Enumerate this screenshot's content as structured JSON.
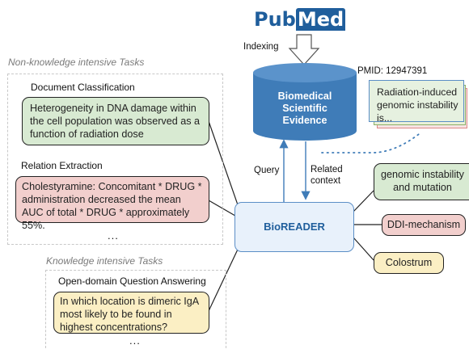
{
  "logo": {
    "text_a": "Pub",
    "text_b": "Med",
    "color": "#1f5e9c"
  },
  "indexing_label": "Indexing",
  "database": {
    "line1": "Biomedical",
    "line2": "Scientific",
    "line3": "Evidence",
    "color": "#3f7cb8"
  },
  "pmid_label": "PMID: 12947391",
  "pmid_text": "Radiation-induced genomic instability is...",
  "query_label": "Query",
  "related_context_label": "Related context",
  "bioreader_label": "BioREADER",
  "non_knowledge": {
    "title": "Non-knowledge intensive Tasks",
    "task1_label": "Document Classification",
    "task1_text": "Heterogeneity in DNA damage within the cell population was observed as a function of radiation dose",
    "task2_label": "Relation Extraction",
    "task2_text": "Cholestyramine: Concomitant * DRUG * administration decreased the mean AUC of total * DRUG * approximately 55%.",
    "ellipsis": "..."
  },
  "knowledge": {
    "title": "Knowledge intensive Tasks",
    "task_label": "Open-domain Question Answering",
    "task_text": "In which location is dimeric IgA most likely to be found in highest concentrations?",
    "ellipsis": "..."
  },
  "outputs": [
    "genomic instability and mutation",
    "DDI-mechanism",
    "Colostrum"
  ],
  "colors": {
    "green": "#d8ead2",
    "red": "#f2cfcd",
    "yellow": "#fbefc4",
    "bioreader_fill": "#e8f1fb",
    "bioreader_border": "#5b8ec6",
    "arrow_blue": "#3f7cb8"
  }
}
